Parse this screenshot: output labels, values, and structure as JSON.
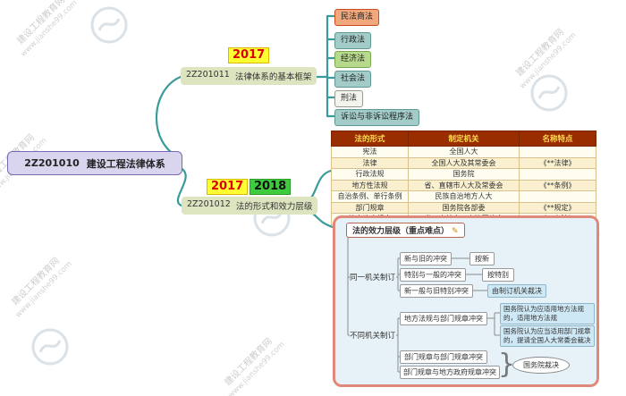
{
  "watermark": {
    "site": "建设工程教育网",
    "url": "www.jianshe99.com"
  },
  "colors": {
    "connector": "#3a9b9b",
    "root_fill": "#d9d5ef",
    "root_border": "#7b68b5",
    "year_2017_bg": "#ffff33",
    "year_2017_text": "#dd0000",
    "year_2018_bg": "#3ecc3e",
    "branch_fill": "#dde4c0",
    "civil_law_fill": "#f2a87d",
    "teal_law_fill": "#a3cbc7",
    "green_law_fill": "#b7d98c",
    "table_header_bg": "#992d00",
    "table_header_text": "#ffdd55",
    "focus_border": "#e0897a",
    "focus_fill": "#e6f2f8",
    "highlight_fill": "#cfe8f5"
  },
  "root": {
    "code": "2Z201010",
    "title": "建设工程法律体系"
  },
  "branch1": {
    "year": "2017",
    "code": "2Z201011",
    "title": "法律体系的基本框架",
    "children": [
      {
        "label": "民法商法"
      },
      {
        "label": "行政法"
      },
      {
        "label": "经济法"
      },
      {
        "label": "社会法"
      },
      {
        "label": "刑法"
      },
      {
        "label": "诉讼与非诉讼程序法"
      }
    ]
  },
  "branch2": {
    "years": [
      "2017",
      "2018"
    ],
    "code": "2Z201012",
    "title": "法的形式和效力层级",
    "table": {
      "headers": [
        "法的形式",
        "制定机关",
        "名称特点"
      ],
      "rows": [
        [
          "宪法",
          "全国人大",
          ""
        ],
        [
          "法律",
          "全国人大及其常委会",
          "《**法律》"
        ],
        [
          "行政法规",
          "国务院",
          ""
        ],
        [
          "地方性法规",
          "省、直辖市人大及常委会",
          "《**条例》"
        ],
        [
          "自治条例、单行条例",
          "民族自治地方人大",
          ""
        ],
        [
          "部门规章",
          "国务院各部委",
          "《**规定》"
        ],
        [
          "地方政府规章",
          "省、直辖市、自治区政府",
          "《**办法》"
        ]
      ]
    },
    "focus": {
      "title": "法的效力层级（重点难点）",
      "icon": "✎",
      "same_organ": {
        "label": "同一机关制订",
        "rows": [
          {
            "conflict": "新与旧的冲突",
            "resolution": "按新"
          },
          {
            "conflict": "特别与一般的冲突",
            "resolution": "按特别"
          },
          {
            "conflict": "新一般与旧特别冲突",
            "resolution": "由制订机关裁决"
          }
        ]
      },
      "diff_organ": {
        "label": "不同机关制订",
        "local_vs_dept": {
          "conflict": "地方法规与部门规章冲突",
          "outcomes": [
            "国务院认为应适用地方法规的，适用地方法规",
            "国务院认为应当适用部门规章的，提请全国人大常委会裁决"
          ]
        },
        "dept_vs_dept": "部门规章与部门规章冲突",
        "dept_vs_local_gov": "部门规章与地方政府规章冲突",
        "brace": "}",
        "resolution": "国务院裁决"
      }
    }
  }
}
